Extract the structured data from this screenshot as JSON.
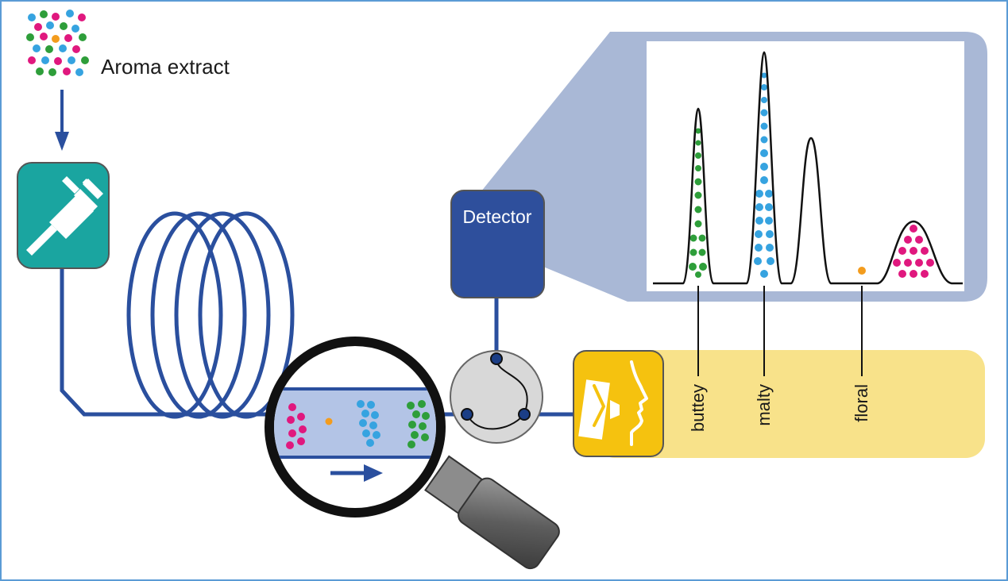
{
  "labels": {
    "aroma_extract": "Aroma extract",
    "detector": "Detector"
  },
  "odor_descriptors": [
    "buttey",
    "malty",
    "floral"
  ],
  "colors": {
    "frame_border": "#5b9bd5",
    "line_blue": "#2a4f9e",
    "injector_teal": "#1aa5a0",
    "detector_blue": "#2e4f9c",
    "zoom_panel": "#a9b8d6",
    "sniff_yellow": "#f5c20f",
    "sniff_band": "#f8e28a",
    "dot_green": "#2e9e3a",
    "dot_blue": "#36a3e0",
    "dot_pink": "#e0187e",
    "dot_orange": "#f39c1d",
    "valve_gray": "#d8d8d8"
  },
  "icons": [
    "injector-syringe-icon",
    "magnifier-icon",
    "sniff-port-icon",
    "valve-icon"
  ]
}
